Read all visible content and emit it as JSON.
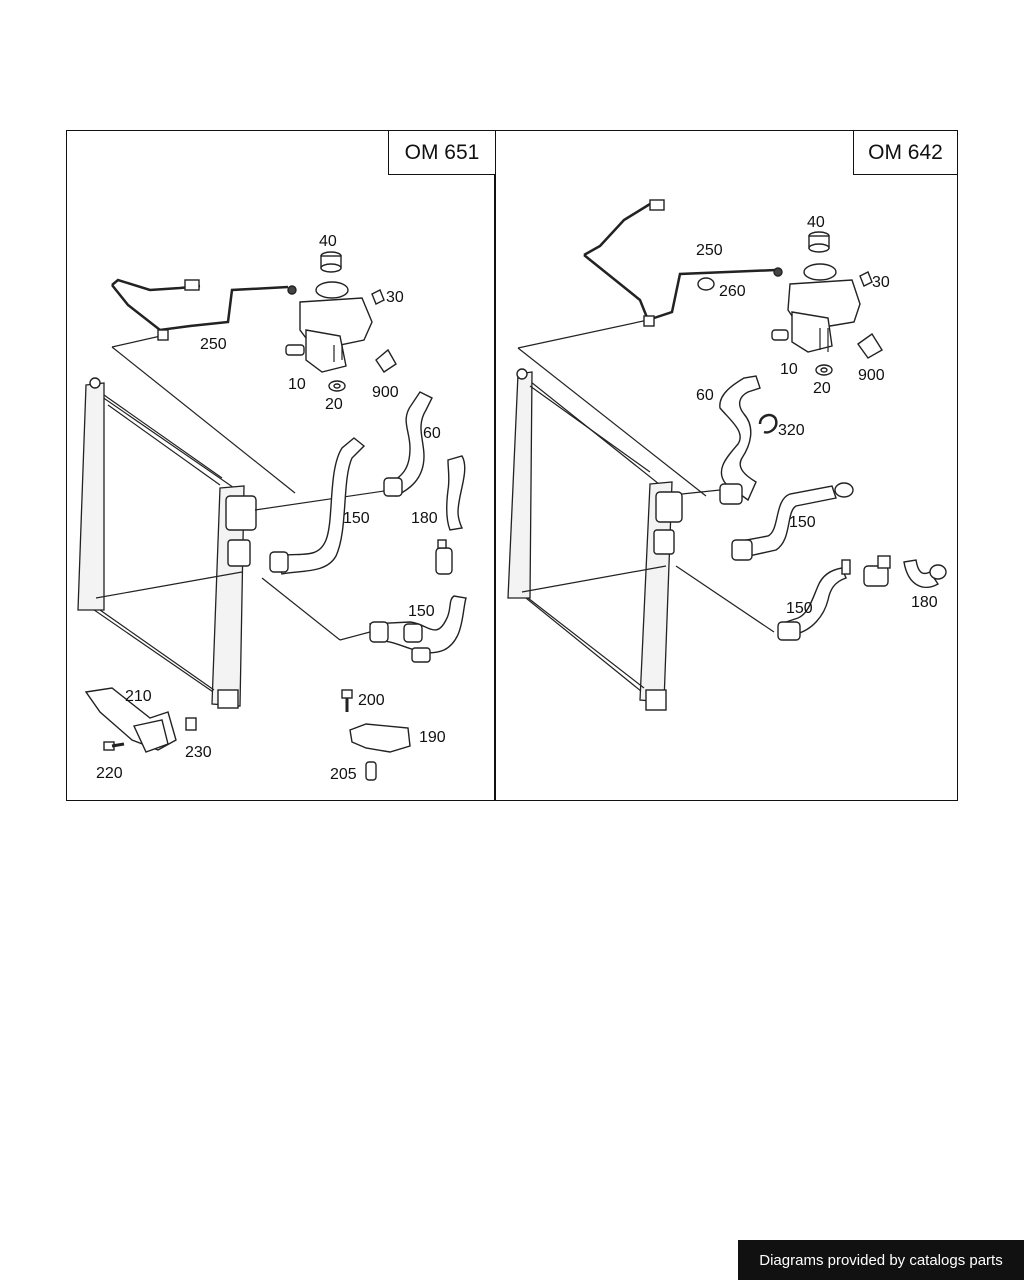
{
  "panels": [
    {
      "engine": "OM 651"
    },
    {
      "engine": "OM 642"
    }
  ],
  "labels_left": {
    "p40": "40",
    "p30": "30",
    "p250": "250",
    "p10": "10",
    "p20": "20",
    "p900": "900",
    "p60": "60",
    "p150a": "150",
    "p180": "180",
    "p150b": "150",
    "p210": "210",
    "p220": "220",
    "p230": "230",
    "p200": "200",
    "p190": "190",
    "p205": "205"
  },
  "labels_right": {
    "p40": "40",
    "p250": "250",
    "p260": "260",
    "p30": "30",
    "p10": "10",
    "p20": "20",
    "p900": "900",
    "p60": "60",
    "p320": "320",
    "p150a": "150",
    "p150b": "150",
    "p180": "180"
  },
  "watermark": "Diagrams provided by catalogs parts",
  "colors": {
    "line": "#222222",
    "background": "#ffffff",
    "watermark_bg": "#111111"
  }
}
